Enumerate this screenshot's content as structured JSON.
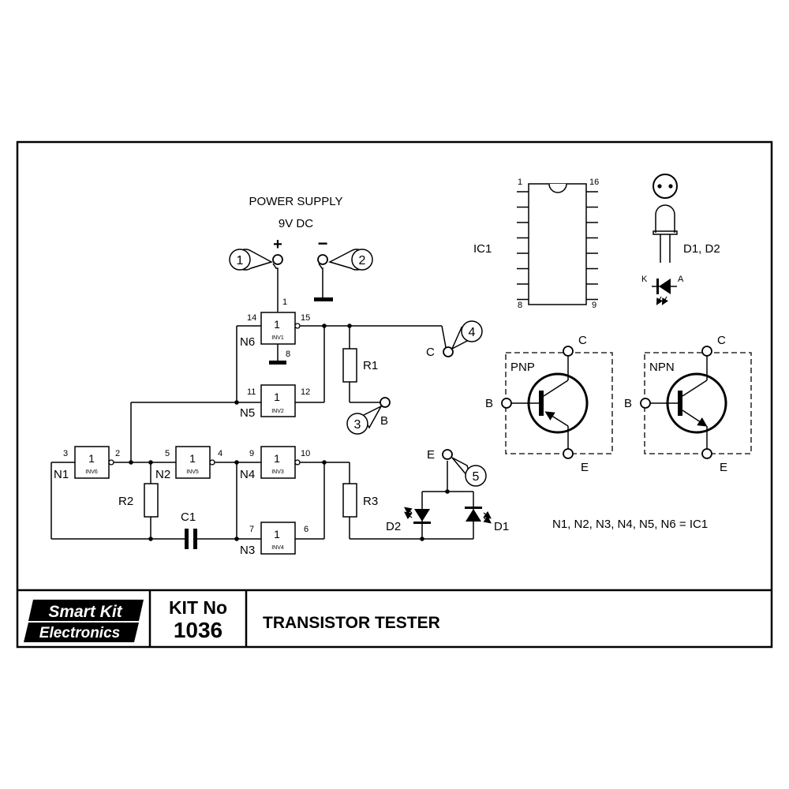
{
  "power": {
    "title": "POWER SUPPLY",
    "voltage": "9V DC",
    "plus": "+",
    "minus": "−"
  },
  "callouts": [
    "1",
    "2",
    "3",
    "4",
    "5"
  ],
  "gates": [
    {
      "id": "N6",
      "value": "1",
      "tag": "INV1",
      "pin_in": "14",
      "pin_out": "15"
    },
    {
      "id": "N5",
      "value": "1",
      "tag": "INV2",
      "pin_in": "11",
      "pin_out": "12"
    },
    {
      "id": "N1",
      "value": "1",
      "tag": "INV6",
      "pin_in": "3",
      "pin_out": "2"
    },
    {
      "id": "N2",
      "value": "1",
      "tag": "INV5",
      "pin_in": "5",
      "pin_out": "4"
    },
    {
      "id": "N4",
      "value": "1",
      "tag": "INV3",
      "pin_in": "9",
      "pin_out": "10"
    },
    {
      "id": "N3",
      "value": "1",
      "tag": "INV4",
      "pin_in": "7",
      "pin_out": "6"
    }
  ],
  "supply_pins": {
    "vcc": "1",
    "gnd": "8"
  },
  "components": {
    "r1": "R1",
    "r2": "R2",
    "r3": "R3",
    "c1": "C1",
    "d1": "D1",
    "d2": "D2"
  },
  "terminals": {
    "b": "B",
    "c": "C",
    "e": "E"
  },
  "ic": {
    "label": "IC1",
    "pin1": "1",
    "pin8": "8",
    "pin9": "9",
    "pin16": "16"
  },
  "led": {
    "label": "D1, D2",
    "k": "K",
    "a": "A"
  },
  "transistors": [
    {
      "type": "PNP",
      "b": "B",
      "c": "C",
      "e": "E"
    },
    {
      "type": "NPN",
      "b": "B",
      "c": "C",
      "e": "E"
    }
  ],
  "note": "N1, N2, N3, N4, N5, N6 = IC1",
  "footer": {
    "brand_line1": "Smart Kit",
    "brand_line2": "Electronics",
    "kit_label": "KIT No",
    "kit_number": "1036",
    "title": "TRANSISTOR TESTER"
  }
}
